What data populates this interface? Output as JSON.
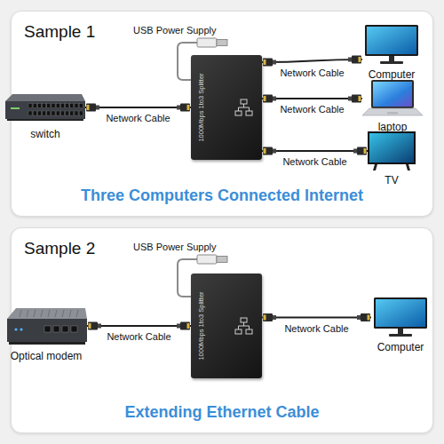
{
  "diagram": {
    "nodes": [
      {
        "text": [
          "Sample 1",
          "Three Computers Connected lnternet"
        ]
      },
      {
        "text": [
          "switch"
        ],
        "in": 0
      },
      {
        "text": [
          "1000Mbps 1to3 Splitter"
        ],
        "in": 0
      },
      {
        "text": [
          "Computer"
        ],
        "in": 0
      },
      {
        "text": [
          "laptop"
        ],
        "in": 0
      },
      {
        "text": [
          "TV"
        ],
        "in": 0
      },
      {
        "text": [
          "Sample 2",
          "Extending Ethernet Cable"
        ]
      },
      {
        "text": [
          "Optical modem"
        ],
        "in": 6
      },
      {
        "text": [
          "1000Mbps 1to3 Splitter"
        ],
        "in": 6
      },
      {
        "text": [
          "Computer"
        ],
        "in": 6
      }
    ],
    "edges": [
      {
        "from": 1,
        "to": 2,
        "label": "Network Cable",
        "arrow": "none"
      },
      {
        "from": 2,
        "to": 3,
        "label": "Network Cable",
        "arrow": "none"
      },
      {
        "from": 2,
        "to": 4,
        "label": "Network Cable",
        "arrow": "none"
      },
      {
        "from": 2,
        "to": 5,
        "label": "Network Cable",
        "arrow": "none"
      },
      {
        "from": 7,
        "to": 8,
        "label": "Network Cable",
        "arrow": "none"
      },
      {
        "from": 8,
        "to": 9,
        "label": "Network Cable",
        "arrow": "none"
      }
    ],
    "labels": [
      "USB Power Supply",
      "USB Power Supply"
    ]
  }
}
